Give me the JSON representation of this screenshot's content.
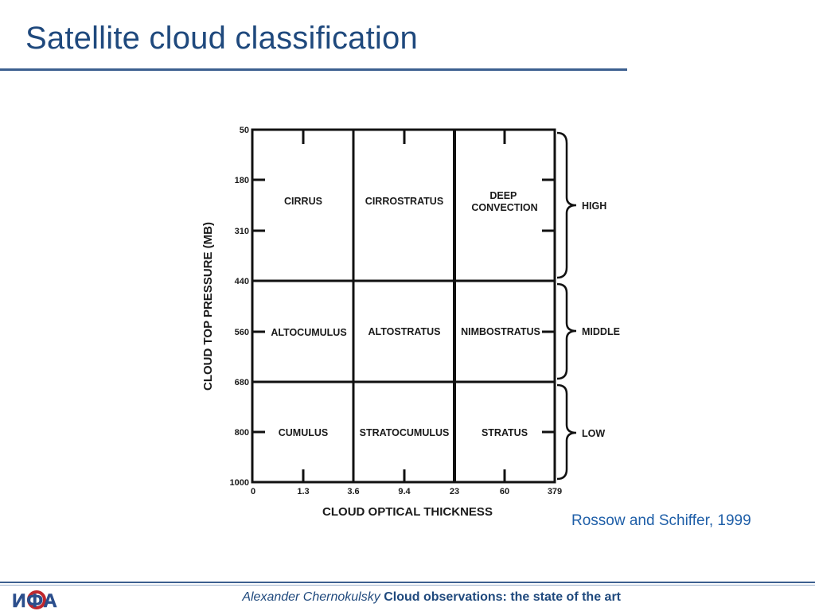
{
  "slide": {
    "title": "Satellite cloud classification",
    "citation": "Rossow and Schiffer, 1999"
  },
  "footer": {
    "author": "Alexander Chernokulsky",
    "talk_title": "Cloud observations: the state of the art",
    "logo_text": "ИФА"
  },
  "diagram": {
    "y_axis_title": "CLOUD TOP PRESSURE (MB)",
    "x_axis_title": "CLOUD OPTICAL THICKNESS",
    "y_ticks": [
      "50",
      "180",
      "310",
      "440",
      "560",
      "680",
      "800",
      "1000"
    ],
    "x_ticks": [
      "0",
      "1.3",
      "3.6",
      "9.4",
      "23",
      "60",
      "379"
    ],
    "rows": [
      {
        "cells": [
          "CIRRUS",
          "CIRROSTRATUS",
          "DEEP\nCONVECTION"
        ]
      },
      {
        "cells": [
          "ALTOCUMULUS",
          "ALTOSTRATUS",
          "NIMBOSTRATUS"
        ]
      },
      {
        "cells": [
          "CUMULUS",
          "STRATOCUMULUS",
          "STRATUS"
        ]
      }
    ],
    "levels": [
      "HIGH",
      "MIDDLE",
      "LOW"
    ]
  }
}
